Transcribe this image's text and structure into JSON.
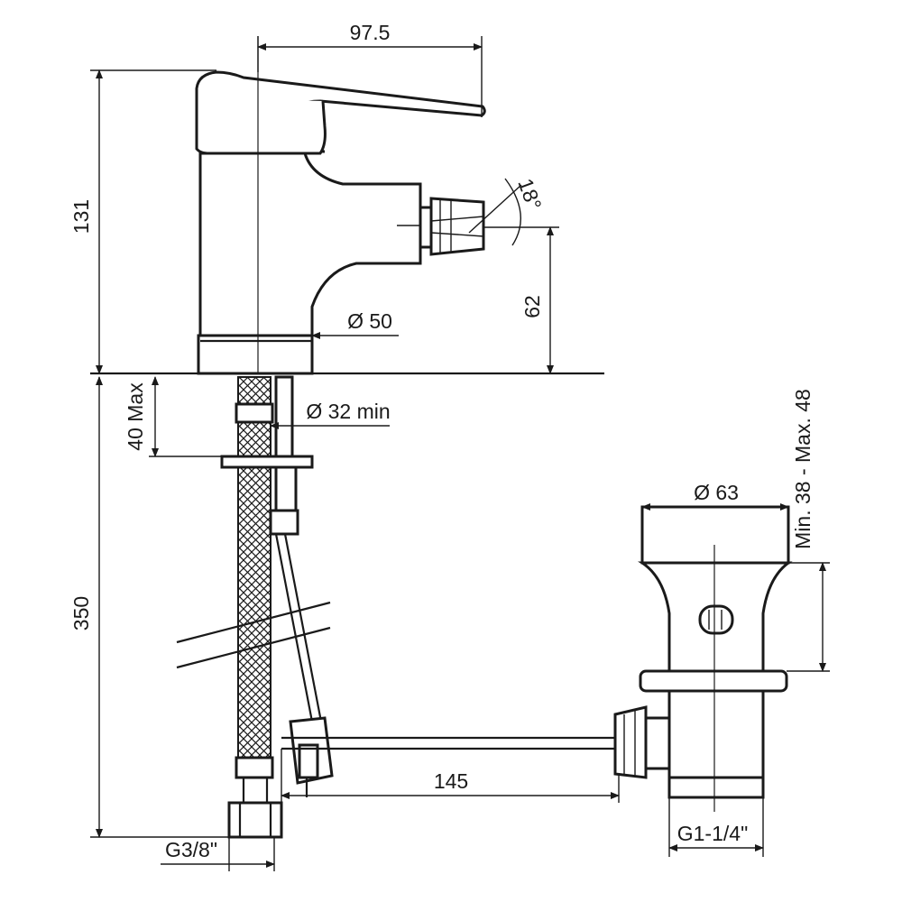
{
  "dimensions": {
    "spout_reach": "97.5",
    "total_height": "131",
    "spray_angle": "18°",
    "nozzle_height": "62",
    "base_diameter": "Ø 50",
    "hole_diameter": "Ø 32 min",
    "deck_thickness": "40 Max",
    "hose_length": "350",
    "drain_head_diameter": "Ø 63",
    "drain_range": "Min. 38 - Max. 48",
    "rod_length": "145",
    "hose_thread": "G3/8\"",
    "waste_thread": "G1-1/4\""
  }
}
